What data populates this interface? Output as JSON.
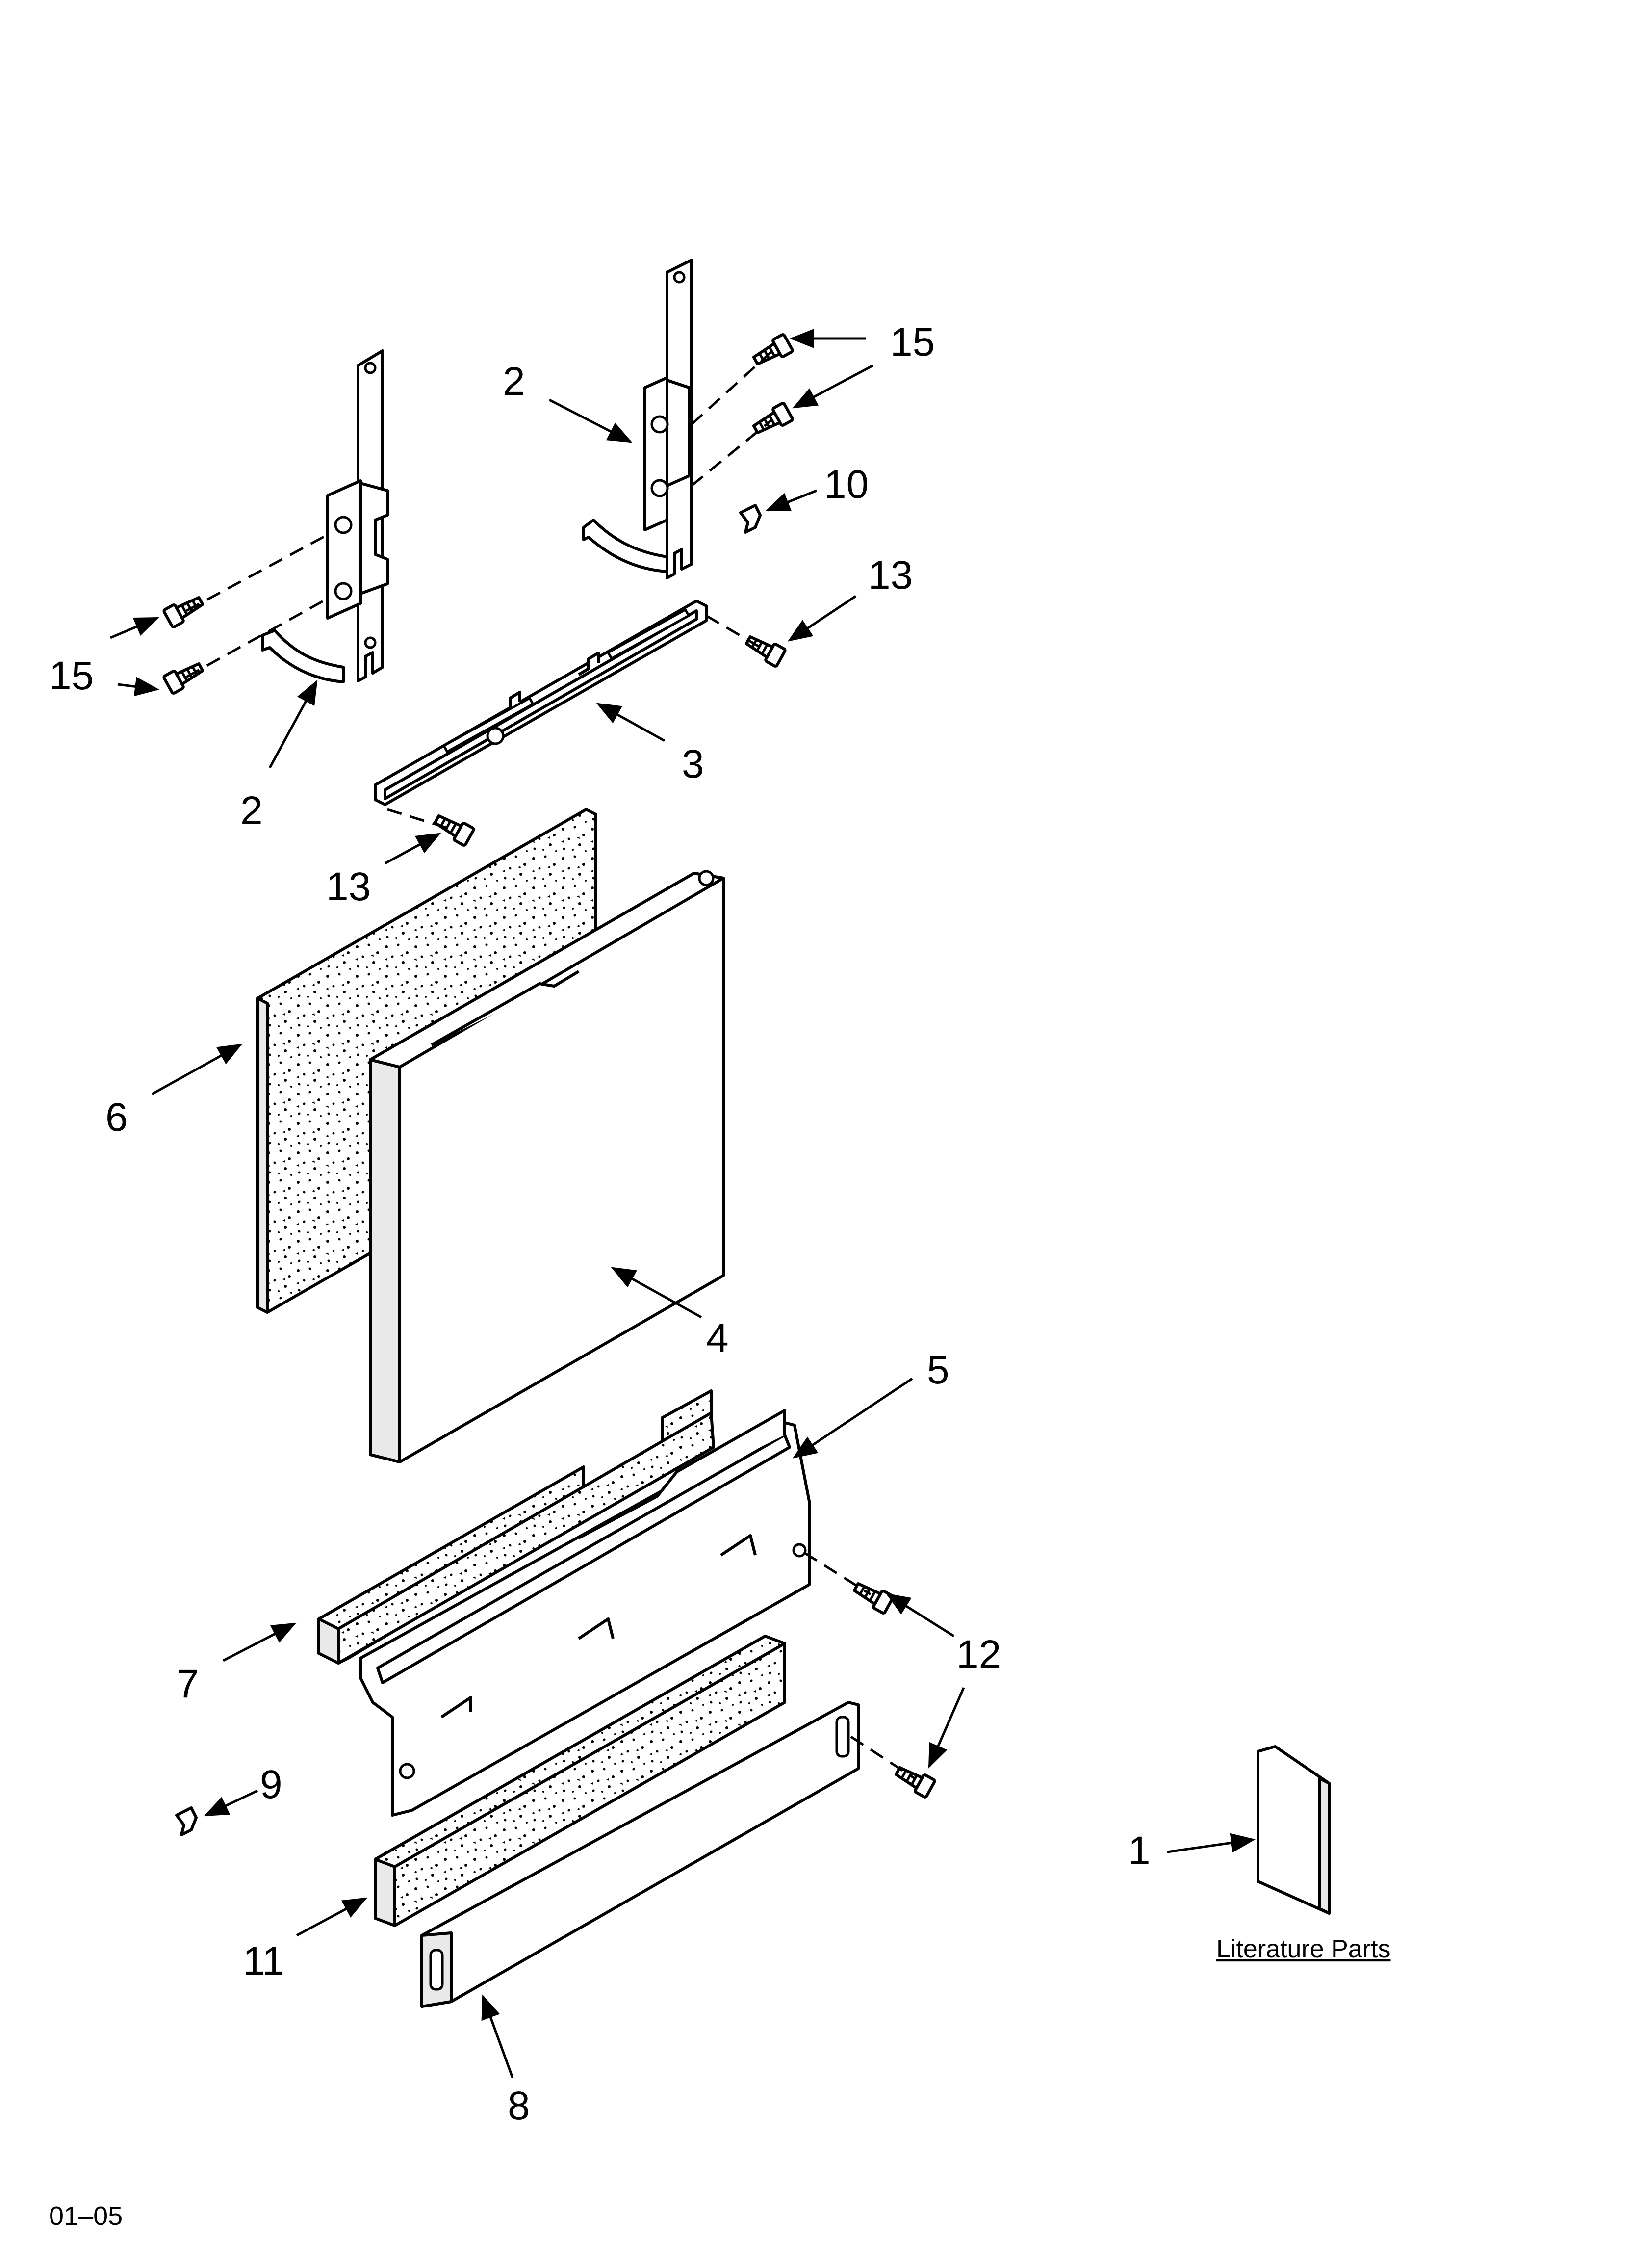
{
  "callouts": {
    "c15_top": "15",
    "c2_top": "2",
    "c10": "10",
    "c13_top": "13",
    "c15_left": "15",
    "c2_left": "2",
    "c3": "3",
    "c13_left": "13",
    "c6": "6",
    "c4": "4",
    "c5": "5",
    "c7": "7",
    "c12": "12",
    "c9": "9",
    "c1": "1",
    "c11": "11",
    "c8": "8"
  },
  "literature_label": "Literature Parts",
  "page_code": "01–05"
}
